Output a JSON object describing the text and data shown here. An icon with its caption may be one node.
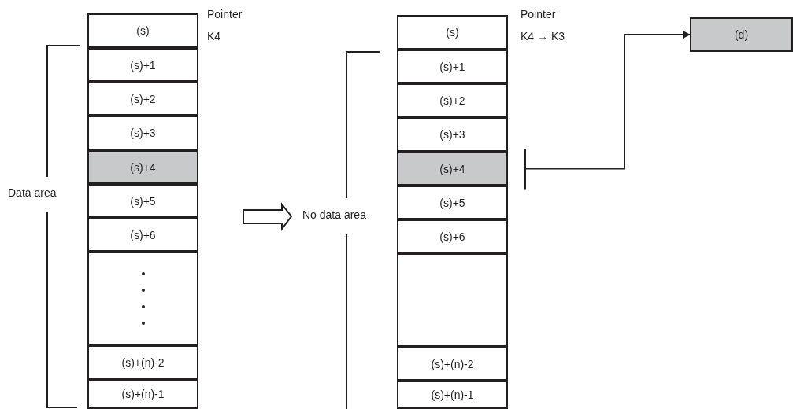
{
  "diagram": {
    "nodes": [
      {
        "text": [
          "(s)"
        ]
      },
      {
        "text": [
          "(s)+1"
        ]
      },
      {
        "text": [
          "(s)+2"
        ]
      },
      {
        "text": [
          "(s)+3"
        ]
      },
      {
        "text": [
          "(s)+4"
        ]
      },
      {
        "text": [
          "(s)+5"
        ]
      },
      {
        "text": [
          "(s)+6"
        ]
      },
      {
        "text": [],
        "shape": "box"
      },
      {
        "text": [
          "(s)+(n)-2"
        ]
      },
      {
        "text": [
          "(s)+(n)-1"
        ]
      },
      {
        "text": [
          "(s)"
        ]
      },
      {
        "text": [
          "(s)+1"
        ]
      },
      {
        "text": [
          "(s)+2"
        ]
      },
      {
        "text": [
          "(s)+3"
        ]
      },
      {
        "text": [
          "(s)+4"
        ]
      },
      {
        "text": [
          "(s)+5"
        ]
      },
      {
        "text": [
          "(s)+6"
        ]
      },
      {
        "text": [],
        "shape": "box"
      },
      {
        "text": [
          "(s)+(n)-2"
        ]
      },
      {
        "text": [
          "(s)+(n)-1"
        ]
      },
      {
        "text": [
          "(d)"
        ]
      }
    ],
    "edges": [
      {
        "from": 14,
        "to": 20,
        "arrow": "to"
      }
    ],
    "labels": [
      "Pointer",
      "K4",
      "Data area",
      "Pointer",
      "K4 → K3",
      "No data area"
    ]
  }
}
